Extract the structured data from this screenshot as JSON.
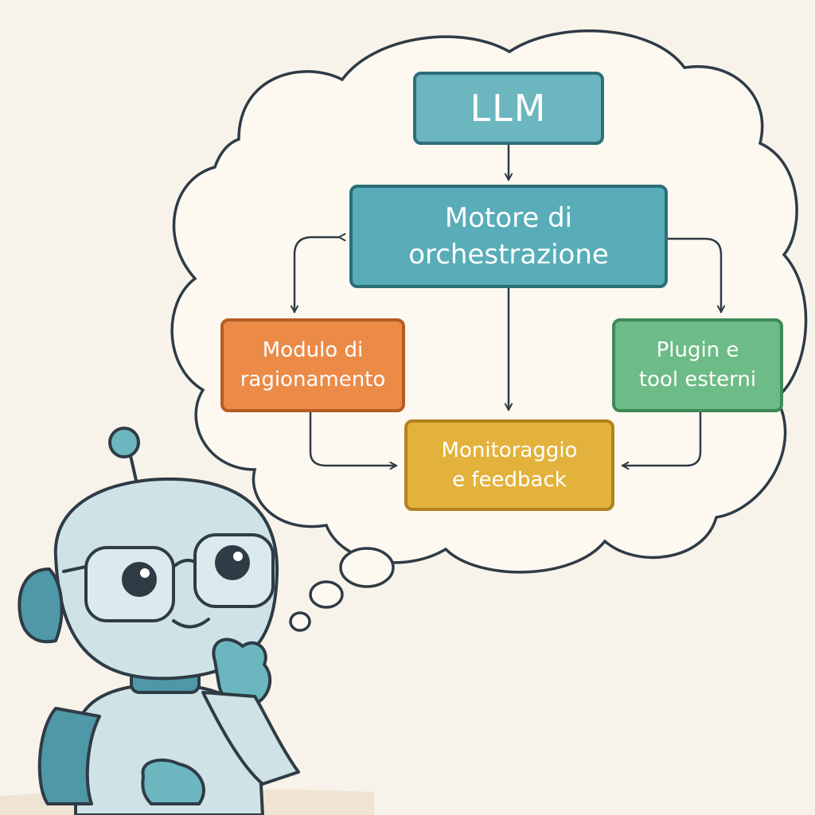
{
  "diagram": {
    "nodes": [
      {
        "id": "llm",
        "label": "LLM",
        "color": "#6cb7bf",
        "border": "#2e6f79"
      },
      {
        "id": "engine",
        "label": "Motore di\norchestrazione",
        "color": "#58adb8",
        "border": "#2b6e78"
      },
      {
        "id": "reason",
        "label": "Modulo di\nragionamento",
        "color": "#ec8a47",
        "border": "#b55d24"
      },
      {
        "id": "plugin",
        "label": "Plugin e\ntool esterni",
        "color": "#6dbb86",
        "border": "#3f8a57"
      },
      {
        "id": "monitor",
        "label": "Monitoraggio\ne feedback",
        "color": "#e2b23c",
        "border": "#b28220"
      }
    ],
    "edges": [
      {
        "from": "llm",
        "to": "engine"
      },
      {
        "from": "engine",
        "to": "reason",
        "bidirectional": true
      },
      {
        "from": "engine",
        "to": "plugin"
      },
      {
        "from": "engine",
        "to": "monitor"
      },
      {
        "from": "reason",
        "to": "monitor"
      },
      {
        "from": "plugin",
        "to": "monitor"
      }
    ]
  },
  "colors": {
    "background": "#f8f3ea",
    "cloud_fill": "#fdf9f1",
    "outline": "#2f3b45",
    "robot_body": "#cfe3e6",
    "robot_accent": "#4e98a8"
  }
}
